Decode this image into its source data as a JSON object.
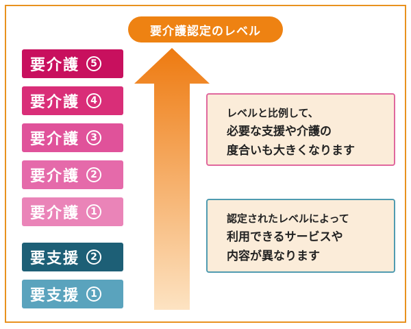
{
  "title": "要介護認定のレベル",
  "levels": [
    {
      "label": "要介護",
      "num": "5",
      "color": "#c8105e"
    },
    {
      "label": "要介護",
      "num": "4",
      "color": "#d92e78"
    },
    {
      "label": "要介護",
      "num": "3",
      "color": "#e0529a"
    },
    {
      "label": "要介護",
      "num": "2",
      "color": "#e56aaa"
    },
    {
      "label": "要介護",
      "num": "1",
      "color": "#ea84b8"
    },
    {
      "label": "要支援",
      "num": "2",
      "color": "#1d5f76"
    },
    {
      "label": "要支援",
      "num": "1",
      "color": "#5aa3bd"
    }
  ],
  "arrow": {
    "color_top": "#ee7a10",
    "color_bottom": "#fde3c2"
  },
  "notes": [
    {
      "lines": [
        "レベルと比例して、",
        "必要な支援や介護の",
        "度合いも大きくなります"
      ],
      "border": "#e0679d"
    },
    {
      "lines": [
        "認定されたレベルによって",
        "利用できるサービスや",
        "内容が異なります"
      ],
      "border": "#4f9bb0"
    }
  ]
}
